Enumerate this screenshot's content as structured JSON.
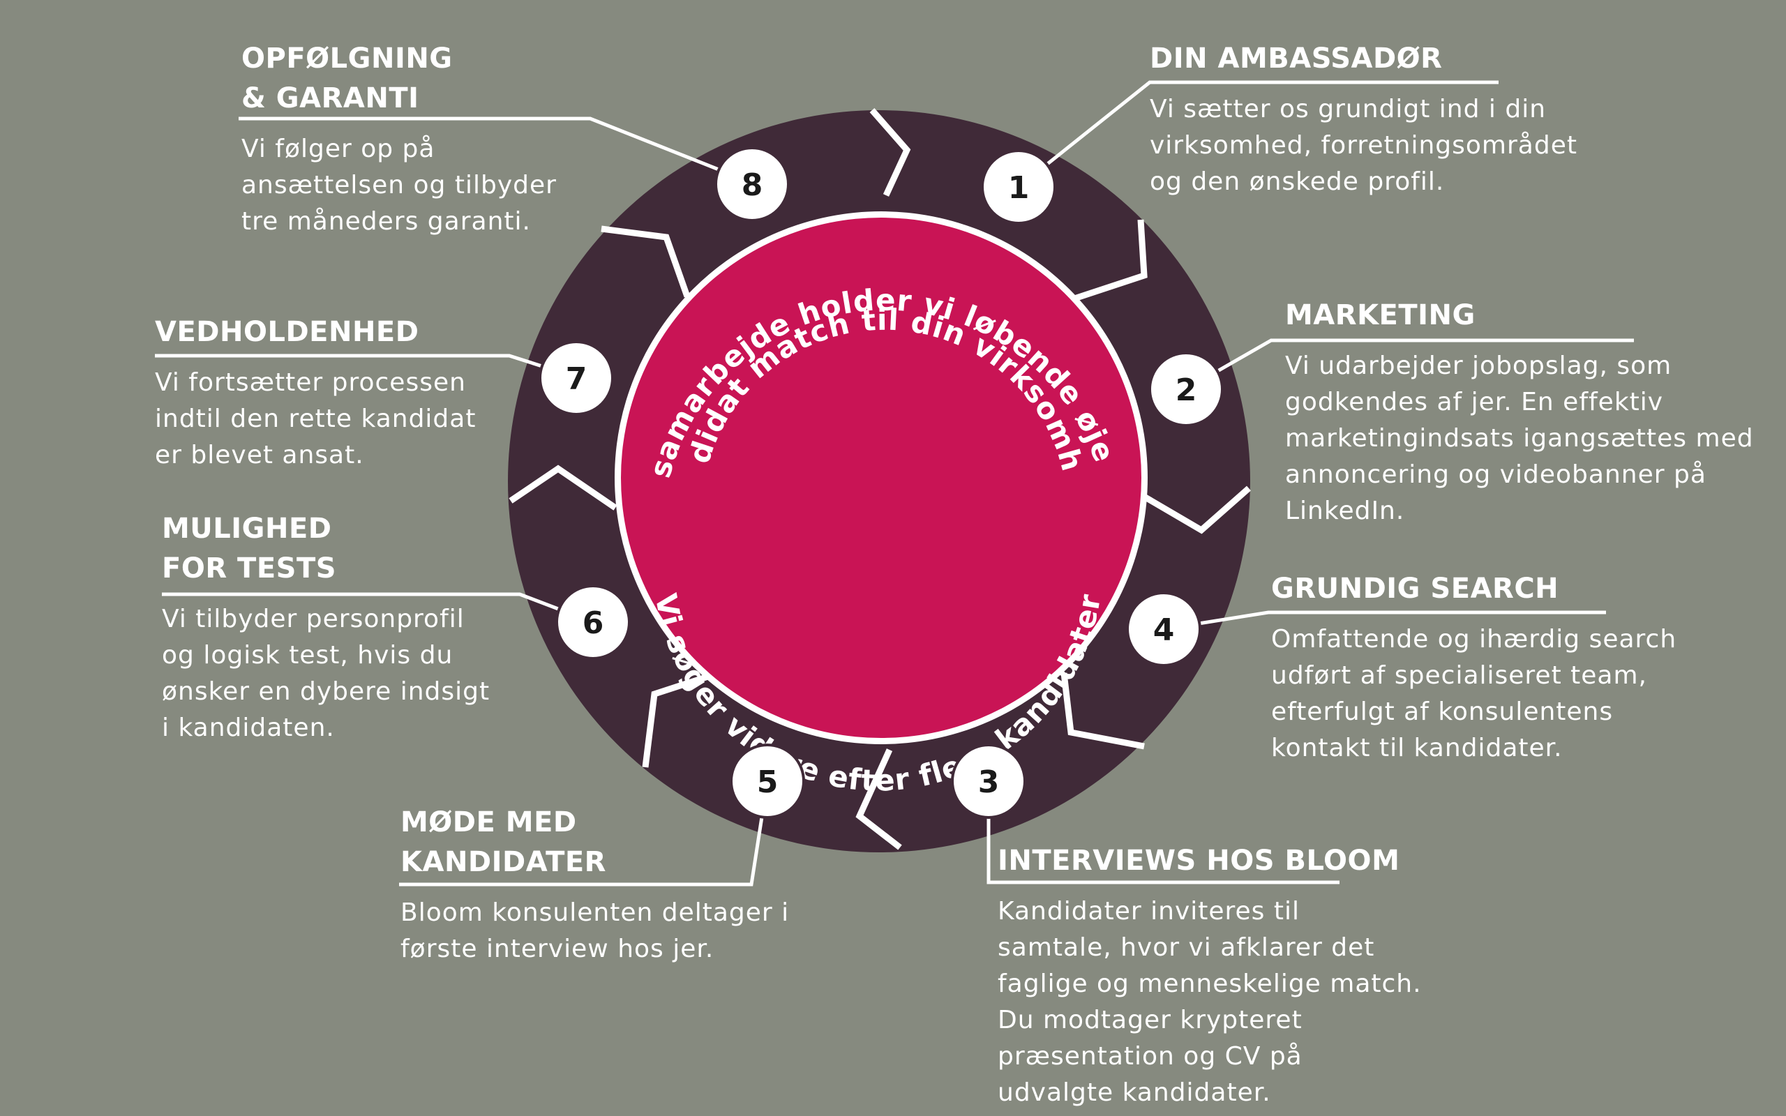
{
  "center": {
    "outer_text_line1": "I et samarbejde holder vi løbende øje med",
    "outer_text_line2": "kandidat match til din virksomhed.",
    "bottom_text": "Vi søger videre efter flere kandidater"
  },
  "colors": {
    "background": "#868a7f",
    "ring": "#402a38",
    "center": "#c91455",
    "line": "#ffffff",
    "badge": "#ffffff",
    "badge_text": "#1a1a1a"
  },
  "steps": [
    {
      "number": "1",
      "title": "DIN AMBASSADØR",
      "description": "Vi sætter os grundigt ind i din\nvirksomhed, forretningsområdet\nog den ønskede profil."
    },
    {
      "number": "2",
      "title": "MARKETING",
      "description": "Vi udarbejder jobopslag, som\ngodkendes af jer. En effektiv\nmarketingindsats igangsættes med\nannoncering og videobanner på\nLinkedIn."
    },
    {
      "number": "3",
      "title": "INTERVIEWS HOS BLOOM",
      "description": "Kandidater inviteres til\nsamtale, hvor vi afklarer det\nfaglige og menneskelige match.\nDu modtager krypteret\npræsentation og CV på\nudvalgte kandidater."
    },
    {
      "number": "4",
      "title": "GRUNDIG SEARCH",
      "description": "Omfattende og ihærdig search\nudført af specialiseret team,\nefterfulgt af konsulentens\nkontakt til kandidater."
    },
    {
      "number": "5",
      "title": "MØDE MED\nKANDIDATER",
      "description": "Bloom konsulenten deltager i\nførste interview hos jer."
    },
    {
      "number": "6",
      "title": "MULIGHED\nFOR TESTS",
      "description": "Vi tilbyder personprofil\nog logisk test, hvis du\nønsker en dybere indsigt\ni kandidaten."
    },
    {
      "number": "7",
      "title": "VEDHOLDENHED",
      "description": "Vi fortsætter processen\nindtil den rette kandidat\ner blevet ansat."
    },
    {
      "number": "8",
      "title": "OPFØLGNING\n& GARANTI",
      "description": "Vi følger op på\nansættelsen og tilbyder\ntre måneders garanti."
    }
  ]
}
